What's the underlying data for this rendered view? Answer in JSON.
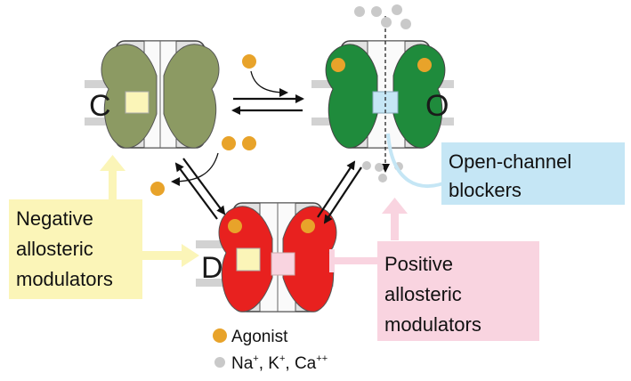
{
  "states": {
    "closed": "C",
    "open": "O",
    "desensitized": "D"
  },
  "labels": {
    "negative_modulators": [
      "Negative",
      "allosteric",
      "modulators"
    ],
    "positive_modulators": [
      "Positive",
      "allosteric",
      "modulators"
    ],
    "open_channel_blockers": [
      "Open-channel",
      "blockers"
    ]
  },
  "legend": {
    "agonist": "Agonist",
    "ions": [
      "Na",
      "+",
      ", K",
      "+",
      ", Ca",
      "++"
    ]
  },
  "colors": {
    "closed": "#8c9a63",
    "open": "#1f8b3c",
    "desensitized": "#e8211f",
    "agonist": "#e8a32a",
    "ion": "#c9c9c9",
    "membrane": "#d0d0d0",
    "neg_box": "#fbf5b8",
    "pos_box": "#f9d4e0",
    "blocker_box": "#c5e6f5"
  }
}
